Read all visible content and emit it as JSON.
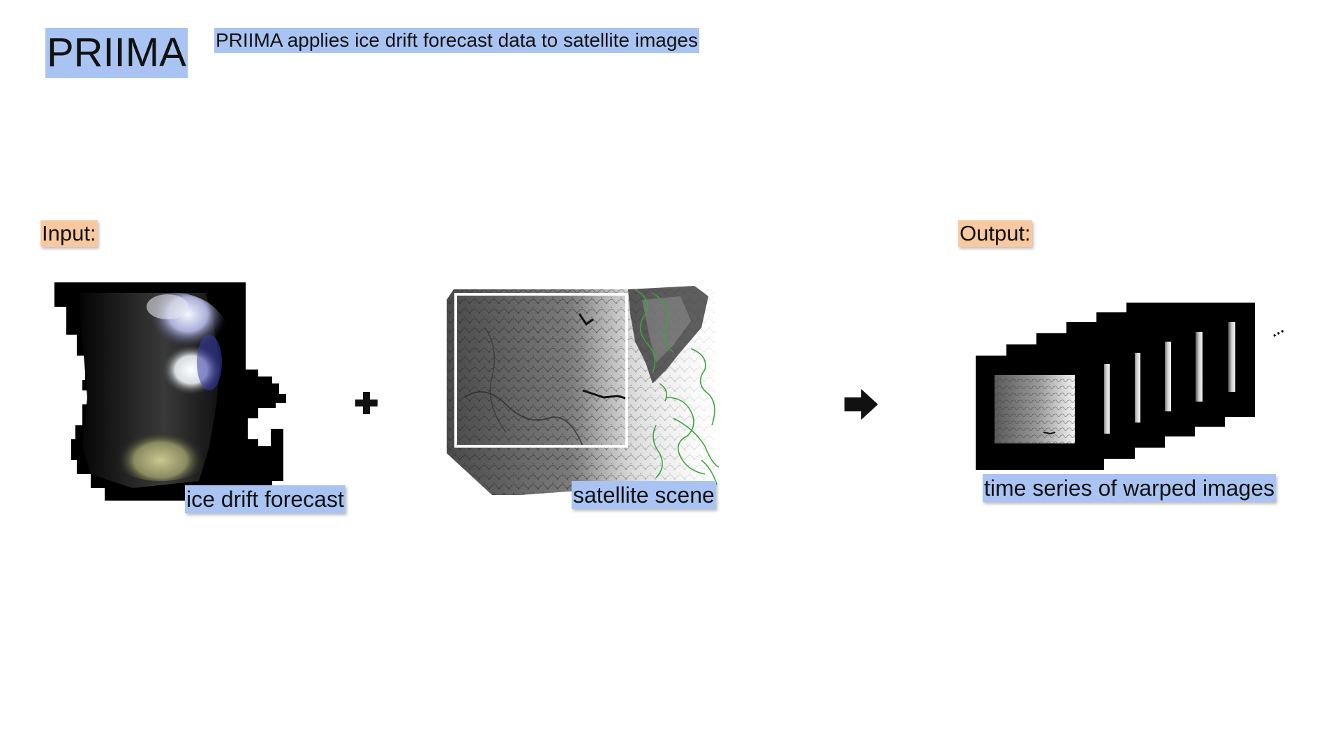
{
  "header": {
    "title": "PRIIMA",
    "subtitle": "PRIIMA applies ice drift forecast data to satellite images"
  },
  "labels": {
    "input": "Input:",
    "output": "Output:"
  },
  "captions": {
    "forecast": "ice drift forecast",
    "satellite": "satellite scene",
    "output": "time series of warped images"
  },
  "symbols": {
    "ellipsis": "..."
  },
  "icons": {
    "plus": "plus-icon",
    "arrow": "arrow-right-icon"
  },
  "colors": {
    "title_highlight": "#a9c4f2",
    "label_highlight": "#f8c9a0",
    "coastline": "#3aa63a"
  }
}
